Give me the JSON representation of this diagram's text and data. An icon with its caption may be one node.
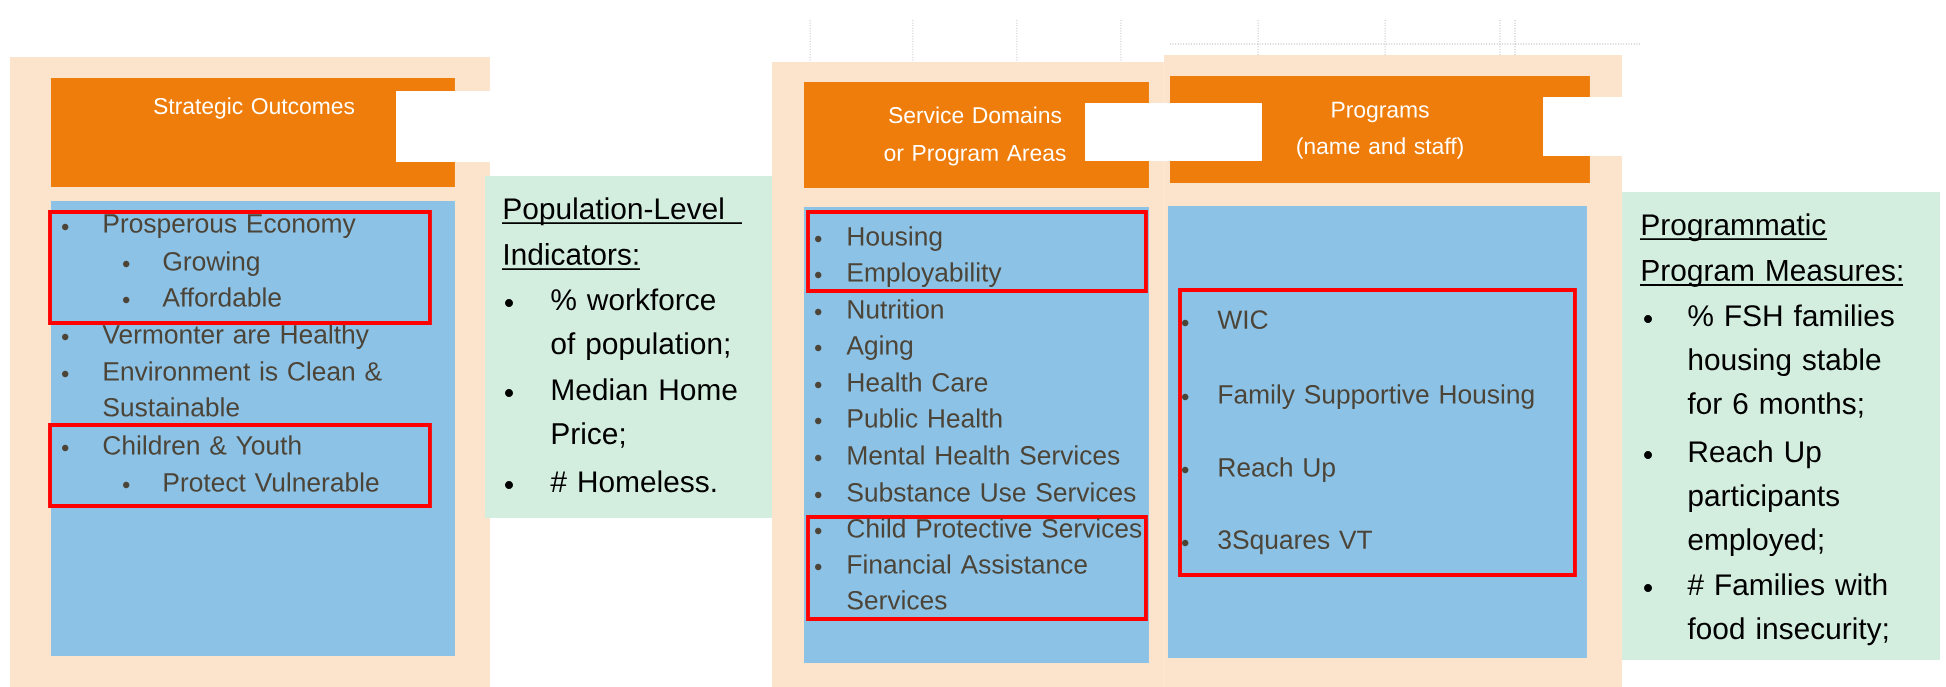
{
  "diagram": {
    "nodes": [
      {
        "text": [],
        "shape": "box"
      },
      {
        "text": [
          "Strategic Outcomes"
        ],
        "in": 0
      },
      {
        "text": [
          "Vermonter are Healthy",
          "Environment is Clean & Sustainable"
        ],
        "in": 0
      },
      {
        "text": [
          "Prosperous Economy",
          "Growing",
          "Affordable"
        ],
        "in": 2
      },
      {
        "text": [
          "Children & Youth",
          "Protect Vulnerable"
        ],
        "in": 2
      },
      {
        "text": [
          "Population-Level Indicators:",
          "% workforce of population;",
          "Median Home Price;",
          "# Homeless."
        ]
      },
      {
        "text": [],
        "shape": "box"
      },
      {
        "text": [
          "Service Domains or Program Areas"
        ],
        "in": 6
      },
      {
        "text": [
          "Nutrition",
          "Aging",
          "Health Care",
          "Public Health",
          "Mental Health Services",
          "Substance Use Services"
        ],
        "in": 6
      },
      {
        "text": [
          "Housing",
          "Employability"
        ],
        "in": 8
      },
      {
        "text": [
          "Child Protective Services",
          "Financial Assistance Services"
        ],
        "in": 8
      },
      {
        "text": [],
        "shape": "box"
      },
      {
        "text": [
          "Programs",
          "(name and staff)"
        ],
        "in": 11
      },
      {
        "text": [],
        "shape": "box",
        "in": 11
      },
      {
        "text": [
          "WIC",
          "Family Supportive Housing",
          "Reach Up",
          "3Squares VT"
        ],
        "in": 13
      },
      {
        "text": [
          "Programmatic Program Measures:",
          "% FSH families housing stable for 6 months;",
          "Reach Up participants employed;",
          "# Families with food insecurity;"
        ]
      }
    ]
  }
}
